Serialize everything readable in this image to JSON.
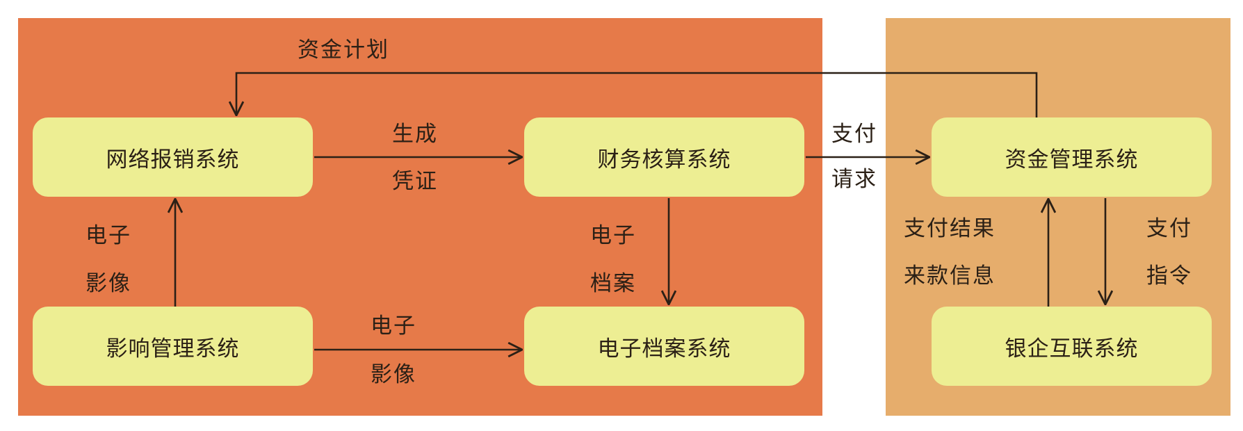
{
  "boxes": {
    "reimbursement": "网络报销系统",
    "accounting": "财务核算系统",
    "fund": "资金管理系统",
    "imaging": "影响管理系统",
    "archive": "电子档案系统",
    "bank": "银企互联系统"
  },
  "labels": {
    "fund_plan": "资金计划",
    "generate": "生成",
    "voucher": "凭证",
    "payment": "支付",
    "request": "请求",
    "electronic_1": "电子",
    "image_1": "影像",
    "electronic_2": "电子",
    "archive_word": "档案",
    "electronic_3": "电子",
    "image_3": "影像",
    "payment_result": "支付结果",
    "incoming_info": "来款信息",
    "payment_2": "支付",
    "instruction": "指令"
  },
  "colors": {
    "left_region": "#e67a49",
    "right_region": "#e6ad6c",
    "box_fill": "#edee93",
    "line": "#2b2016"
  }
}
